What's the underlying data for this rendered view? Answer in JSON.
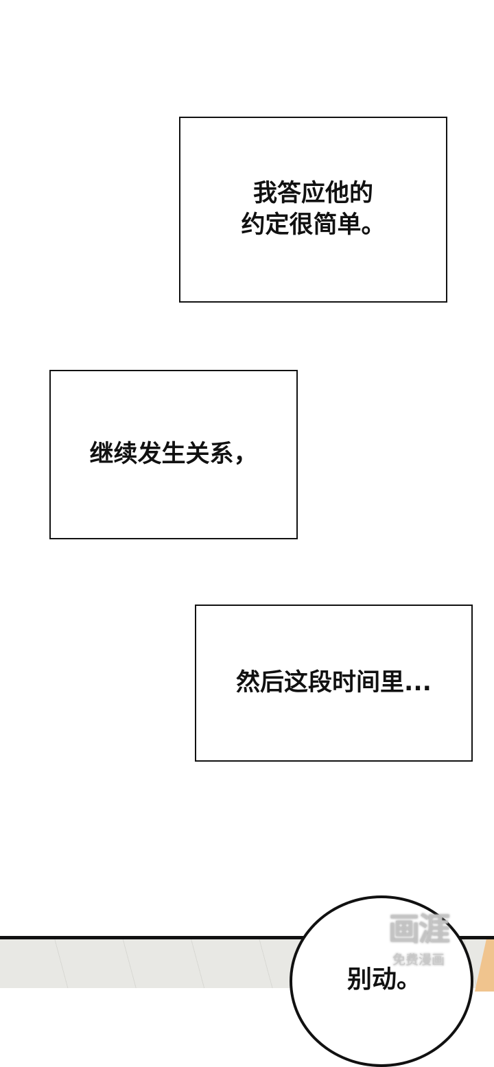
{
  "captions": [
    {
      "text": "我答应他的\n约定很简单。"
    },
    {
      "text": "继续发生关系，"
    },
    {
      "text": "然后这段时间里..."
    }
  ],
  "speech_bubble": {
    "text": "别动。"
  },
  "watermark": {
    "logo": "画涯",
    "subtitle": "免费漫画"
  }
}
